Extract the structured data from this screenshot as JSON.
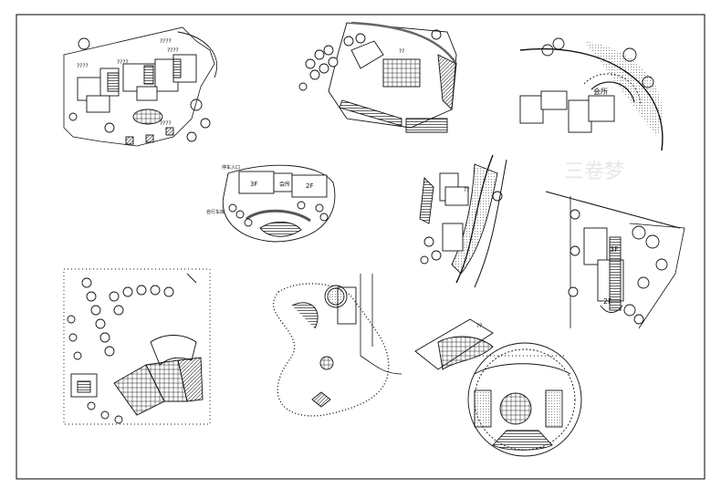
{
  "sheet": {
    "watermark": "三卷梦",
    "plans": [
      {
        "id": "plan-1",
        "labels": [
          "????",
          "????",
          "????",
          "????",
          "????"
        ]
      },
      {
        "id": "plan-2",
        "labels": [
          "??"
        ]
      },
      {
        "id": "plan-3",
        "labels": [
          "会所"
        ]
      },
      {
        "id": "plan-4",
        "labels": [
          "3F",
          "会所",
          "2F",
          "停车入口",
          "自行车库"
        ]
      },
      {
        "id": "plan-5",
        "labels": [
          "??"
        ]
      },
      {
        "id": "plan-6",
        "labels": [
          "3F",
          "2F"
        ]
      },
      {
        "id": "plan-7",
        "labels": []
      },
      {
        "id": "plan-8",
        "labels": []
      },
      {
        "id": "plan-9",
        "labels": [
          "??"
        ]
      }
    ]
  }
}
